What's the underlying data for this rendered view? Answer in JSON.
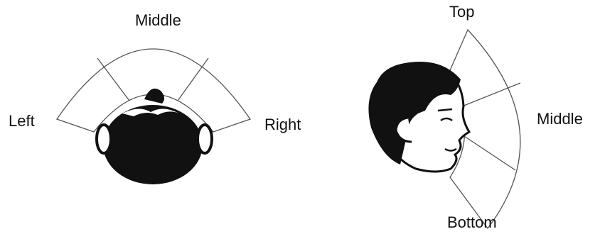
{
  "left_diagram": {
    "labels": {
      "left": "Left",
      "middle": "Middle",
      "right": "Right"
    }
  },
  "right_diagram": {
    "labels": {
      "top": "Top",
      "middle": "Middle",
      "bottom": "Bottom"
    }
  },
  "colors": {
    "ink": "#111111",
    "fan_stroke": "#555555",
    "background": "#ffffff"
  }
}
